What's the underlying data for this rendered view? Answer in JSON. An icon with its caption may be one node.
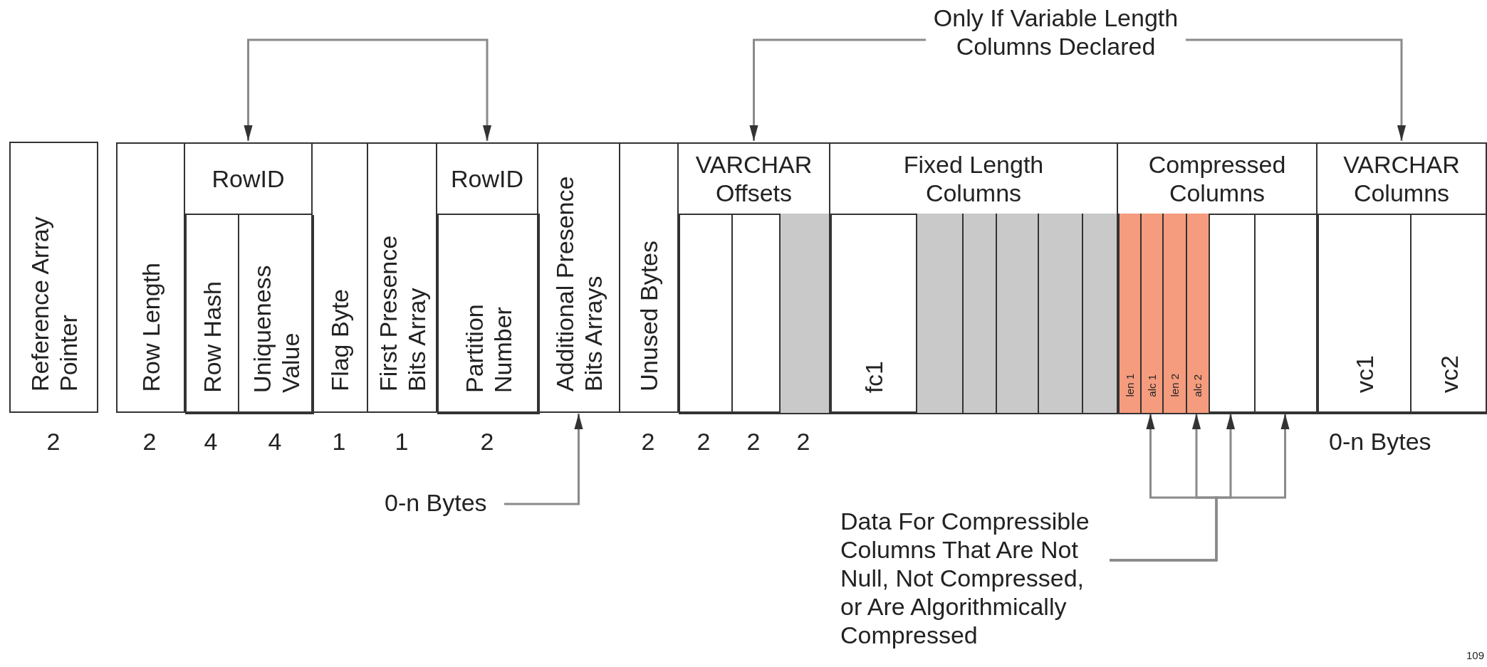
{
  "diagram": {
    "nodes": [
      {
        "text": [
          "Reference Array Pointer"
        ],
        "beside": [
          "2"
        ]
      },
      {
        "text": [
          "Row Length"
        ],
        "beside": [
          "2"
        ]
      },
      {
        "text": [
          "RowID"
        ]
      },
      {
        "text": [
          "Row Hash"
        ],
        "in": 2,
        "beside": [
          "4"
        ]
      },
      {
        "text": [
          "Uniqueness Value"
        ],
        "in": 2,
        "beside": [
          "4"
        ]
      },
      {
        "text": [
          "Flag Byte"
        ],
        "beside": [
          "1"
        ]
      },
      {
        "text": [
          "First Presence Bits Array"
        ],
        "beside": [
          "1"
        ]
      },
      {
        "text": [
          "RowID"
        ]
      },
      {
        "text": [
          "Partition Number"
        ],
        "in": 7,
        "beside": [
          "2"
        ]
      },
      {
        "text": [
          "Additional Presence Bits Arrays"
        ]
      },
      {
        "text": [
          "Unused Bytes"
        ],
        "beside": [
          "2"
        ]
      },
      {
        "text": [
          "VARCHAR Offsets"
        ]
      },
      {
        "text": [],
        "shape": "box",
        "in": 11,
        "beside": [
          "2"
        ]
      },
      {
        "text": [],
        "shape": "box",
        "in": 11,
        "beside": [
          "2"
        ]
      },
      {
        "text": [],
        "shape": "box",
        "in": 11,
        "beside": [
          "2"
        ]
      },
      {
        "text": [
          "Fixed Length Columns"
        ]
      },
      {
        "text": [
          "fc1"
        ],
        "in": 15
      },
      {
        "text": [],
        "shape": "box",
        "in": 15
      },
      {
        "text": [],
        "shape": "box",
        "in": 15
      },
      {
        "text": [],
        "shape": "box",
        "in": 15
      },
      {
        "text": [],
        "shape": "box",
        "in": 15
      },
      {
        "text": [],
        "shape": "box",
        "in": 15
      },
      {
        "text": [
          "Compressed Columns"
        ]
      },
      {
        "text": [
          "len 1"
        ],
        "in": 22
      },
      {
        "text": [
          "alc 1"
        ],
        "in": 22
      },
      {
        "text": [
          "len 2"
        ],
        "in": 22
      },
      {
        "text": [
          "alc 2"
        ],
        "in": 22
      },
      {
        "text": [],
        "shape": "box",
        "in": 22
      },
      {
        "text": [],
        "shape": "box",
        "in": 22
      },
      {
        "text": [
          "VARCHAR Columns"
        ],
        "beside": [
          "0-n Bytes"
        ]
      },
      {
        "text": [
          "vc1"
        ],
        "in": 29
      },
      {
        "text": [
          "vc2"
        ],
        "in": 29
      },
      {
        "text": [
          "Only If Variable Length Columns Declared"
        ]
      },
      {
        "text": [
          "0-n Bytes"
        ]
      },
      {
        "text": [
          "Data For Compressible Columns That Are Not Null, Not Compressed, or Are Algorithmically Compressed"
        ]
      }
    ],
    "edges": [
      {
        "from": 2,
        "to": 7,
        "arrow": "both"
      },
      {
        "from": 32,
        "to": 11,
        "arrow": "to"
      },
      {
        "from": 32,
        "to": 29,
        "arrow": "to"
      },
      {
        "from": 33,
        "to": 9,
        "arrow": "to"
      },
      {
        "from": 34,
        "to": 24,
        "arrow": "to"
      },
      {
        "from": 34,
        "to": 26,
        "arrow": "to"
      },
      {
        "from": 34,
        "to": 27,
        "arrow": "to"
      },
      {
        "from": 34,
        "to": 28,
        "arrow": "to"
      }
    ],
    "labels": [
      "109"
    ]
  }
}
